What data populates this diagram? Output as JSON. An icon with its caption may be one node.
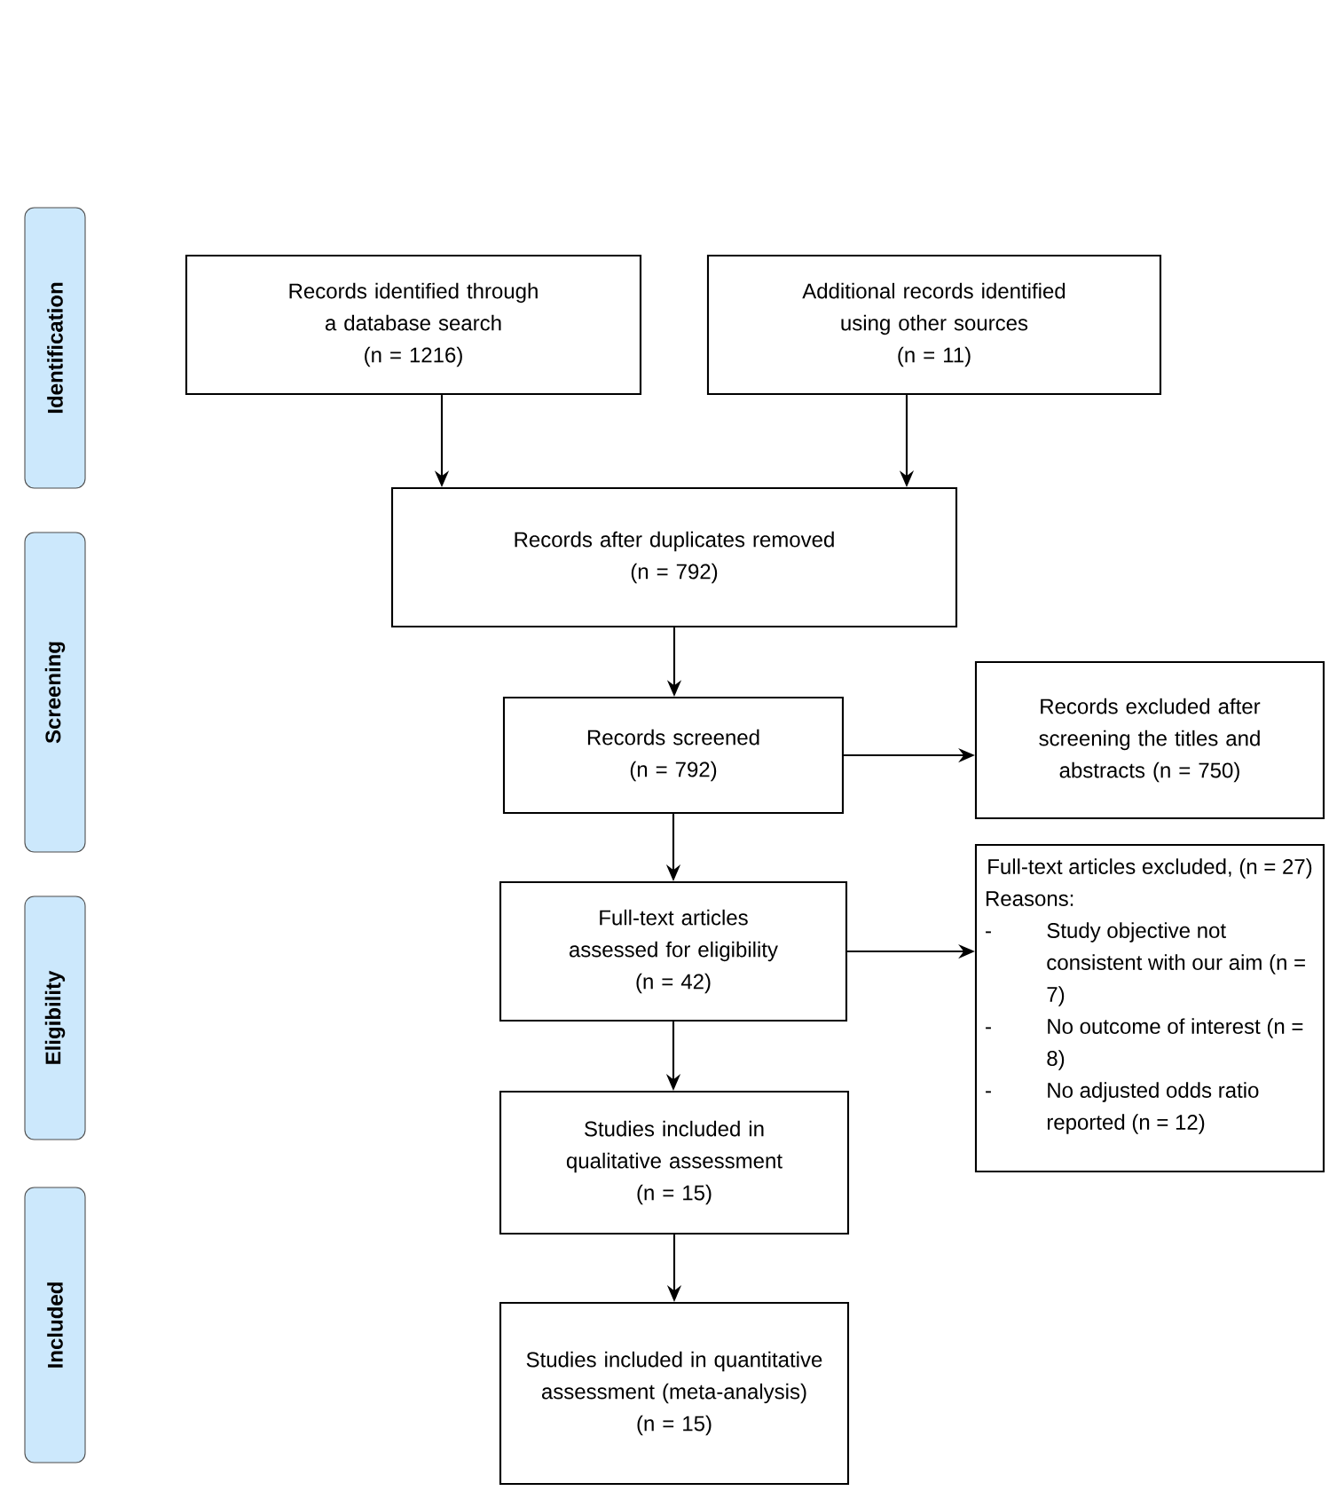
{
  "diagram": {
    "nodes": [
      {
        "text": [
          "Identification"
        ]
      },
      {
        "text": [
          "Screening"
        ]
      },
      {
        "text": [
          "Eligibility"
        ]
      },
      {
        "text": [
          "Included"
        ]
      },
      {
        "text": [
          "Records identified through a database search",
          "(n = 1216)"
        ]
      },
      {
        "text": [
          "Additional records identified using other sources",
          "(n = 11)"
        ]
      },
      {
        "text": [
          "Records after duplicates removed",
          "(n = 792)"
        ]
      },
      {
        "text": [
          "Records screened",
          "(n = 792)"
        ]
      },
      {
        "text": [
          "Records excluded after screening the titles and abstracts (n = 750)"
        ]
      },
      {
        "text": [
          "Full-text articles assessed for eligibility",
          "(n = 42)"
        ]
      },
      {
        "text": [
          "Full-text articles excluded, (n = 27)",
          "Reasons:",
          "-",
          "Study objective not consistent with our aim (n = 7)",
          "-",
          "No outcome of interest (n = 8)",
          "-",
          "No adjusted odds ratio reported (n = 12)"
        ]
      },
      {
        "text": [
          "Studies included in qualitative assessment",
          "(n = 15)"
        ]
      },
      {
        "text": [
          "Studies included in quantitative assessment (meta-analysis)",
          "(n = 15)"
        ]
      }
    ],
    "edges": [
      {
        "from": 4,
        "to": 6,
        "arrow": "to"
      },
      {
        "from": 5,
        "to": 6,
        "arrow": "to"
      },
      {
        "from": 6,
        "to": 7,
        "arrow": "to"
      },
      {
        "from": 7,
        "to": 8,
        "arrow": "to"
      },
      {
        "from": 7,
        "to": 9,
        "arrow": "to"
      },
      {
        "from": 9,
        "to": 10,
        "arrow": "to"
      },
      {
        "from": 9,
        "to": 11,
        "arrow": "to"
      },
      {
        "from": 11,
        "to": 12,
        "arrow": "to"
      }
    ]
  }
}
